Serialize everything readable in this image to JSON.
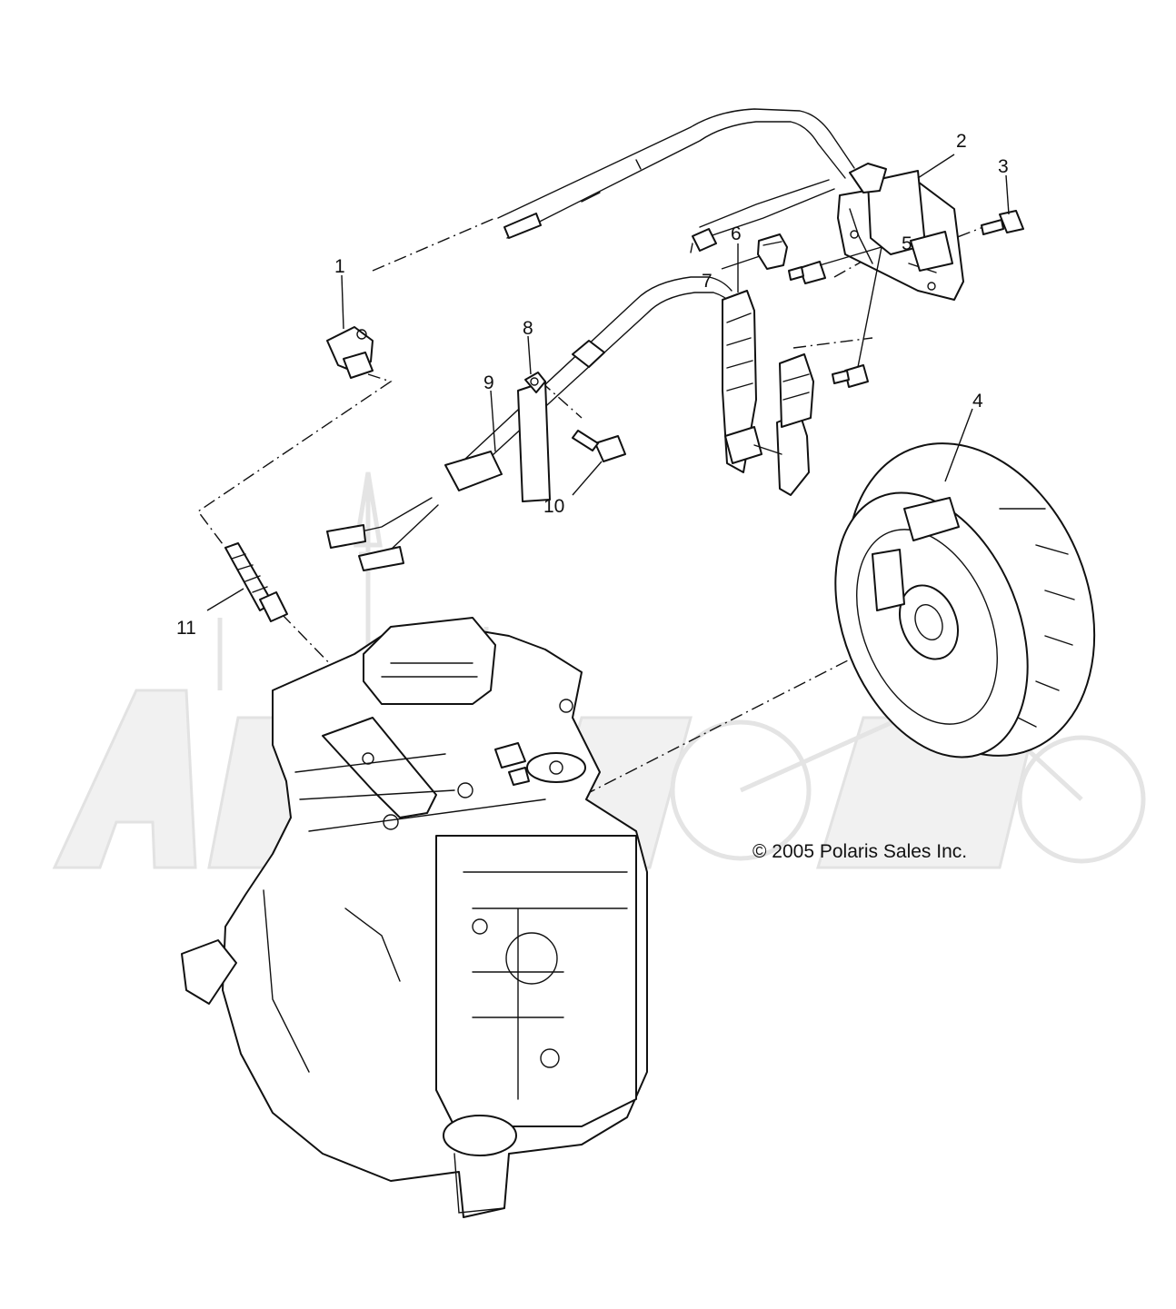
{
  "diagram": {
    "callouts": [
      "1",
      "2",
      "3",
      "4",
      "5",
      "6",
      "7",
      "8",
      "9",
      "10",
      "11"
    ],
    "copyright": "© 2005 Polaris Sales Inc."
  },
  "colors": {
    "line": "#111111",
    "watermark": "#e6e6e6",
    "background": "#ffffff"
  }
}
